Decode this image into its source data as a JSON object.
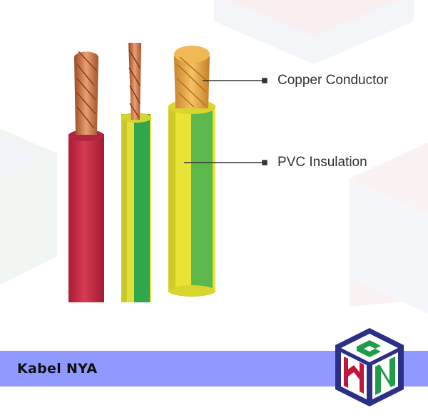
{
  "callouts": {
    "copper": "Copper Conductor",
    "pvc": "PVC Insulation"
  },
  "banner": {
    "title": "Kabel NYA"
  },
  "colors": {
    "banner": "#8f99ff",
    "red_insulation": "#c8324a",
    "green_insulation": "#2fa84f",
    "yellow_insulation": "#e6e12e",
    "copper": "#d87a3e",
    "logo_navy": "#2b2f86",
    "logo_red": "#c0163a",
    "logo_green": "#1f9c4a"
  },
  "icons": {
    "logo": "cube-logo-icon"
  }
}
